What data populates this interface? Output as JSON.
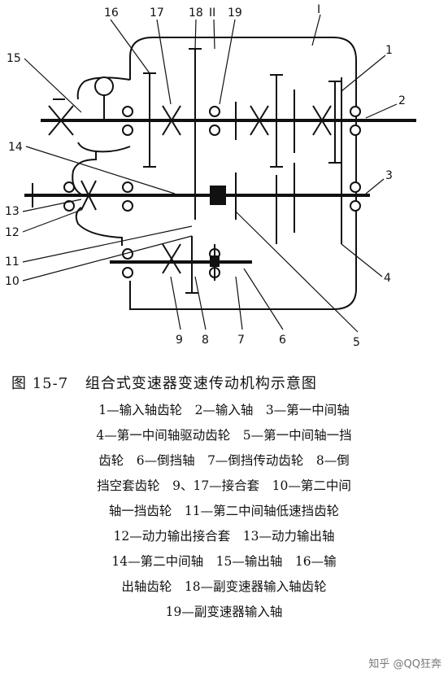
{
  "diagram": {
    "callouts": [
      "16",
      "17",
      "18",
      "II",
      "19",
      "I",
      "15",
      "1",
      "2",
      "14",
      "3",
      "13",
      "12",
      "11",
      "10",
      "4",
      "5",
      "9",
      "8",
      "7",
      "6"
    ]
  },
  "caption": {
    "figure_number": "图 15-7",
    "title": "组合式变速器变速传动机构示意图",
    "lines": [
      "1—输入轴齿轮　2—输入轴　3—第一中间轴",
      "4—第一中间轴驱动齿轮　5—第一中间轴一挡",
      "齿轮　6—倒挡轴　7—倒挡传动齿轮　8—倒",
      "挡空套齿轮　9、17—接合套　10—第二中间",
      "轴一挡齿轮　11—第二中间轴低速挡齿轮",
      "12—动力输出接合套　13—动力输出轴",
      "14—第二中间轴　15—输出轴　16—输",
      "出轴齿轮　18—副变速器输入轴齿轮",
      "19—副变速器输入轴"
    ]
  },
  "watermark": "知乎 @QQ狂奔"
}
